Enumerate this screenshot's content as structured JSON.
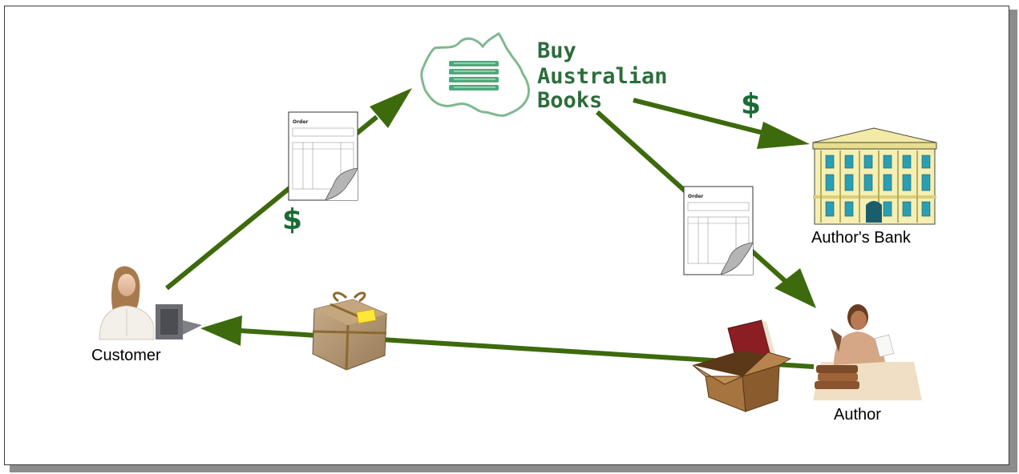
{
  "colors": {
    "arrow": "#3d6a0c",
    "dollar": "#1b6b34",
    "logo_text": "#2c6d3b",
    "logo_outline": "#7fb890"
  },
  "logo": {
    "line1": "Buy",
    "line2": "Australian",
    "line3": "Books"
  },
  "nodes": {
    "customer": "Customer",
    "bank": "Author's Bank",
    "author": "Author"
  },
  "order_form": {
    "title": "Order"
  },
  "payment_symbol": "$"
}
